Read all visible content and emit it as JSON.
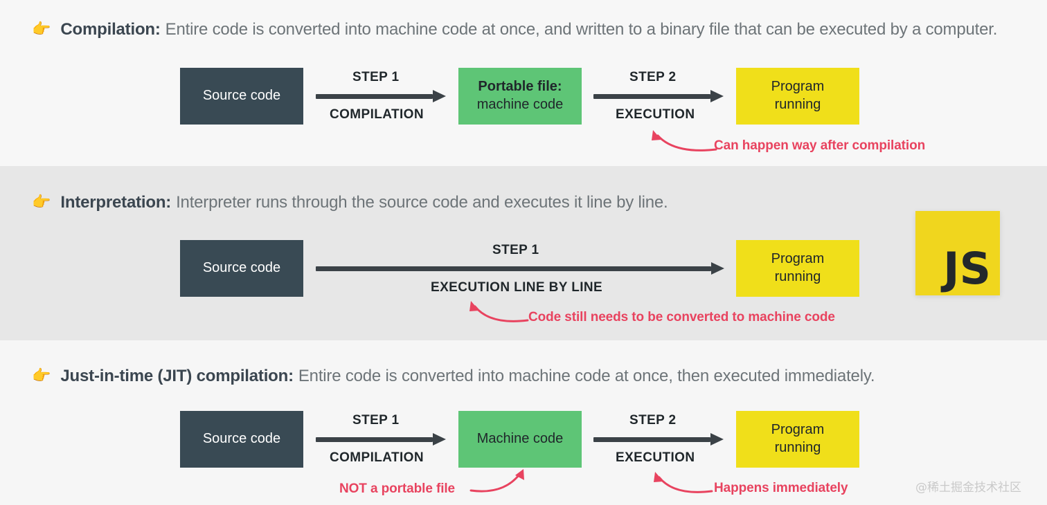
{
  "page": {
    "watermark": "@稀土掘金技术社区",
    "pointer_icon": "👉",
    "colors": {
      "band_top": "#f7f7f7",
      "band_middle": "#e7e7e7",
      "band_bottom": "#f6f6f6",
      "box_dark": "#394a54",
      "box_green": "#5ec576",
      "box_yellow": "#f0df1a",
      "arrow": "#3b4247",
      "annotation_red": "#e8435f",
      "heading_bold": "#3b4650",
      "heading_rest": "#6d7478",
      "js_logo": "#f0d61e"
    }
  },
  "sections": [
    {
      "id": "compilation",
      "heading_bold": "Compilation:",
      "heading_rest": "Entire code is converted into machine code at once, and written to a binary file that can be executed by a computer.",
      "boxes": [
        {
          "id": "source-code",
          "lines": [
            "Source code"
          ],
          "bold_first": false,
          "style": "dark"
        },
        {
          "id": "portable-file",
          "lines": [
            "Portable file:",
            "machine code"
          ],
          "bold_first": true,
          "style": "green"
        },
        {
          "id": "program-running",
          "lines": [
            "Program",
            "running"
          ],
          "bold_first": false,
          "style": "yellow"
        }
      ],
      "arrows": [
        {
          "id": "step-1",
          "step": "STEP 1",
          "sublabel": "COMPILATION"
        },
        {
          "id": "step-2",
          "step": "STEP 2",
          "sublabel": "EXECUTION"
        }
      ],
      "annotations": [
        {
          "id": "can-happen-way-after-compilation",
          "text": "Can happen way after compilation"
        }
      ]
    },
    {
      "id": "interpretation",
      "heading_bold": "Interpretation:",
      "heading_rest": "Interpreter runs through the source code and executes it line by line.",
      "boxes": [
        {
          "id": "source-code",
          "lines": [
            "Source code"
          ],
          "bold_first": false,
          "style": "dark"
        },
        {
          "id": "program-running",
          "lines": [
            "Program",
            "running"
          ],
          "bold_first": false,
          "style": "yellow"
        }
      ],
      "arrows": [
        {
          "id": "step-1",
          "step": "STEP 1",
          "sublabel": "EXECUTION LINE BY LINE"
        }
      ],
      "annotations": [
        {
          "id": "code-still-needs-conversion",
          "text": "Code still needs to be converted to machine code"
        }
      ],
      "logo": {
        "id": "javascript-logo",
        "text": "JS"
      }
    },
    {
      "id": "jit-compilation",
      "heading_bold": "Just-in-time (JIT) compilation:",
      "heading_rest": "Entire code is converted into machine code at once, then executed immediately.",
      "boxes": [
        {
          "id": "source-code",
          "lines": [
            "Source code"
          ],
          "bold_first": false,
          "style": "dark"
        },
        {
          "id": "machine-code",
          "lines": [
            "Machine code"
          ],
          "bold_first": false,
          "style": "green"
        },
        {
          "id": "program-running",
          "lines": [
            "Program",
            "running"
          ],
          "bold_first": false,
          "style": "yellow"
        }
      ],
      "arrows": [
        {
          "id": "step-1",
          "step": "STEP 1",
          "sublabel": "COMPILATION"
        },
        {
          "id": "step-2",
          "step": "STEP 2",
          "sublabel": "EXECUTION"
        }
      ],
      "annotations": [
        {
          "id": "not-a-portable-file",
          "text": "NOT a portable file"
        },
        {
          "id": "happens-immediately",
          "text": "Happens immediately"
        }
      ]
    }
  ]
}
